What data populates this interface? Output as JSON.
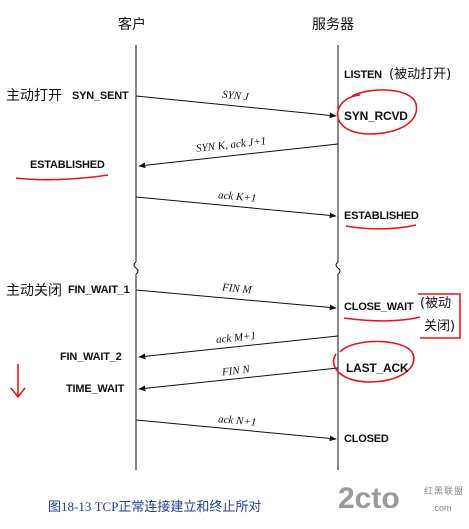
{
  "header": {
    "client": "客户",
    "server": "服务器"
  },
  "annotations": {
    "active_open": "主动打开",
    "passive_open": "(被动打开)",
    "active_close": "主动关闭",
    "passive_close_line1": "(被动",
    "passive_close_line2": "关闭)"
  },
  "client_states": {
    "syn_sent": "SYN_SENT",
    "established": "ESTABLISHED",
    "fin_wait_1": "FIN_WAIT_1",
    "fin_wait_2": "FIN_WAIT_2",
    "time_wait": "TIME_WAIT"
  },
  "server_states": {
    "listen": "LISTEN",
    "syn_rcvd": "SYN_RCVD",
    "established": "ESTABLISHED",
    "close_wait": "CLOSE_WAIT",
    "last_ack": "LAST_ACK",
    "closed": "CLOSED"
  },
  "segments": {
    "syn_j": "SYN J",
    "syn_k_ack": "SYN K, ack J+1",
    "ack_k1": "ack K+1",
    "fin_m": "FIN M",
    "ack_m1": "ack M+1",
    "fin_n": "FIN N",
    "ack_n1": "ack N+1"
  },
  "caption": "图18-13   TCP正常连接建立和终止所对",
  "watermark": {
    "logo": "2cto",
    "site_cn": "红黑联盟",
    "site_en": ".com"
  },
  "colors": {
    "highlight": "#e8141c",
    "caption": "#1f3f95",
    "line": "#111111"
  }
}
